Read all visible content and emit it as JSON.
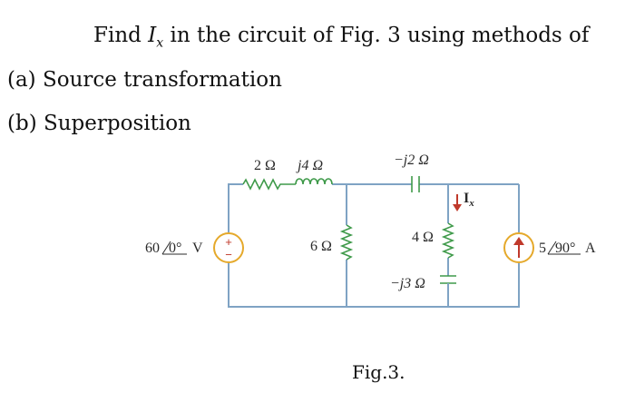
{
  "question": {
    "title_prefix": "Find ",
    "title_var": "I",
    "title_sub": "x",
    "title_suffix": " in the circuit of Fig. 3 using methods of",
    "part_a": "(a) Source transformation",
    "part_b": "(b) Superposition"
  },
  "circuit": {
    "voltage_source": {
      "label": "60/0° V",
      "magnitude": "60",
      "angle": "0°",
      "unit": "V",
      "plus": "+",
      "minus": "−"
    },
    "r1": "2 Ω",
    "l1": "j4 Ω",
    "r2": "6 Ω",
    "c1": "−j2 Ω",
    "r3": "4 Ω",
    "c2": "−j3 Ω",
    "current_label": "I",
    "current_sub": "x",
    "current_source": {
      "magnitude": "5",
      "angle": "90°",
      "unit": "A"
    },
    "colors": {
      "wire": "#7fa3c4",
      "resistor": "#3f9a4a",
      "inductor": "#3f9a4a",
      "capacitor": "#3f9a4a",
      "source_border": "#e5a92b",
      "source_sign": "#c0392b",
      "arrow": "#c0392b"
    }
  },
  "figure_caption": "Fig.3."
}
